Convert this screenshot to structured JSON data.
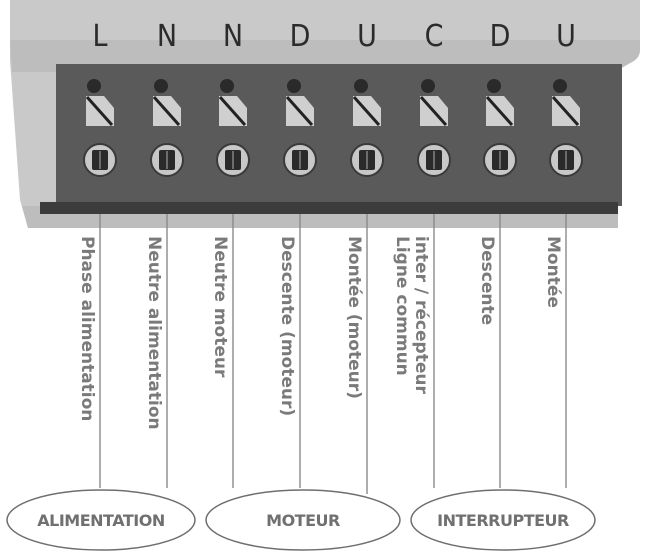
{
  "terminals": [
    {
      "letter": "L",
      "description": [
        "Phase alimentation"
      ]
    },
    {
      "letter": "N",
      "description": [
        "Neutre alimentation"
      ]
    },
    {
      "letter": "N",
      "description": [
        "Neutre moteur"
      ]
    },
    {
      "letter": "D",
      "description": [
        "Descente (moteur)"
      ]
    },
    {
      "letter": "U",
      "description": [
        "Montée (moteur)"
      ]
    },
    {
      "letter": "C",
      "description": [
        "Ligne commun",
        "inter / récepteur"
      ]
    },
    {
      "letter": "D",
      "description": [
        "Descente"
      ]
    },
    {
      "letter": "U",
      "description": [
        "Montée"
      ]
    }
  ],
  "groups": [
    {
      "label": "ALIMENTATION"
    },
    {
      "label": "MOTEUR"
    },
    {
      "label": "INTERRUPTEUR"
    }
  ],
  "colors": {
    "housing": "#c9c9c9",
    "block": "#5a5a5a",
    "block_dark": "#3c3c3c",
    "screw": "#c8c8c8",
    "text_grey": "#7a7a7a",
    "letter": "#2b2b2b",
    "line": "#8a8a8a"
  }
}
